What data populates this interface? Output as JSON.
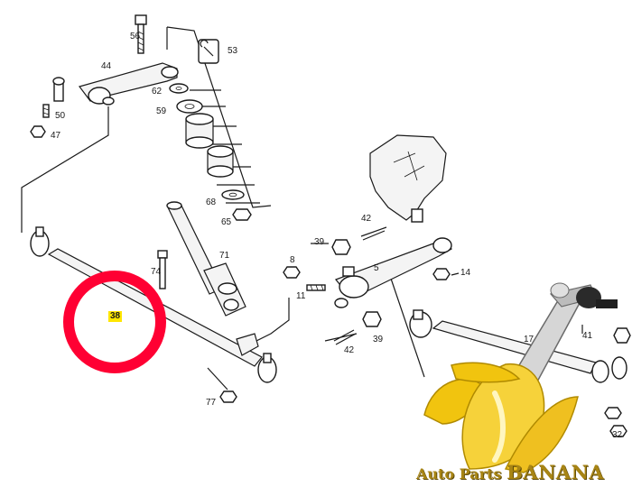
{
  "labels": {
    "p56": "56",
    "p53": "53",
    "p44": "44",
    "p62": "62",
    "p59": "59",
    "p50": "50",
    "p47": "47",
    "p42a": "42",
    "p68": "68",
    "p65": "65",
    "p39a": "39",
    "p71": "71",
    "p8": "8",
    "p5": "5",
    "p14": "14",
    "p74": "74",
    "p11": "11",
    "p38": "38",
    "p17": "17",
    "p41": "41",
    "p39b": "39",
    "p42b": "42",
    "p77": "77",
    "p32": "32"
  },
  "highlight": {
    "part": "38",
    "marker_color": "#ff0033",
    "label_bg": "#ffe600"
  },
  "brand": {
    "word1": "Auto Parts",
    "word2": "BANANA",
    "color": "#a88514"
  }
}
